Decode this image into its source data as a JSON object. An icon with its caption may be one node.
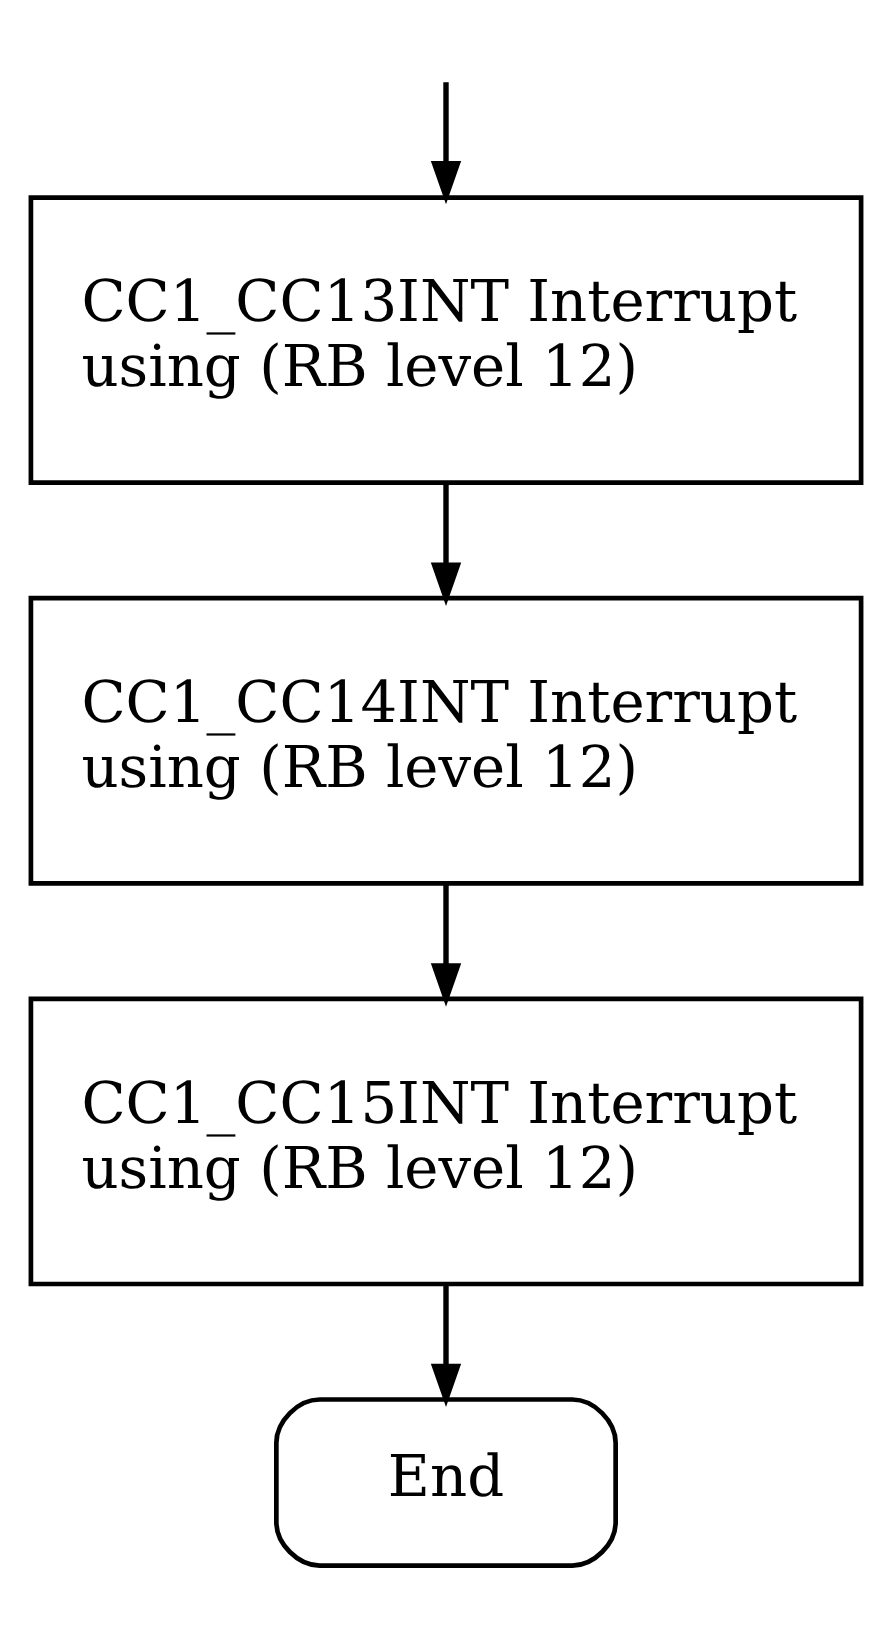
{
  "diagram": {
    "nodes": [
      {
        "text": [
          "CC1_CC13INT Interrupt using (RB level 12)"
        ]
      },
      {
        "text": [
          "CC1_CC14INT Interrupt using (RB level 12)"
        ]
      },
      {
        "text": [
          "CC1_CC15INT Interrupt using (RB level 12)"
        ]
      },
      {
        "text": [
          "End"
        ]
      }
    ],
    "edges": [
      {
        "from": null,
        "to": 0,
        "arrow": "to"
      },
      {
        "from": 0,
        "to": 1,
        "arrow": "to"
      },
      {
        "from": 1,
        "to": 2,
        "arrow": "to"
      },
      {
        "from": 2,
        "to": 3,
        "arrow": "to"
      }
    ]
  }
}
